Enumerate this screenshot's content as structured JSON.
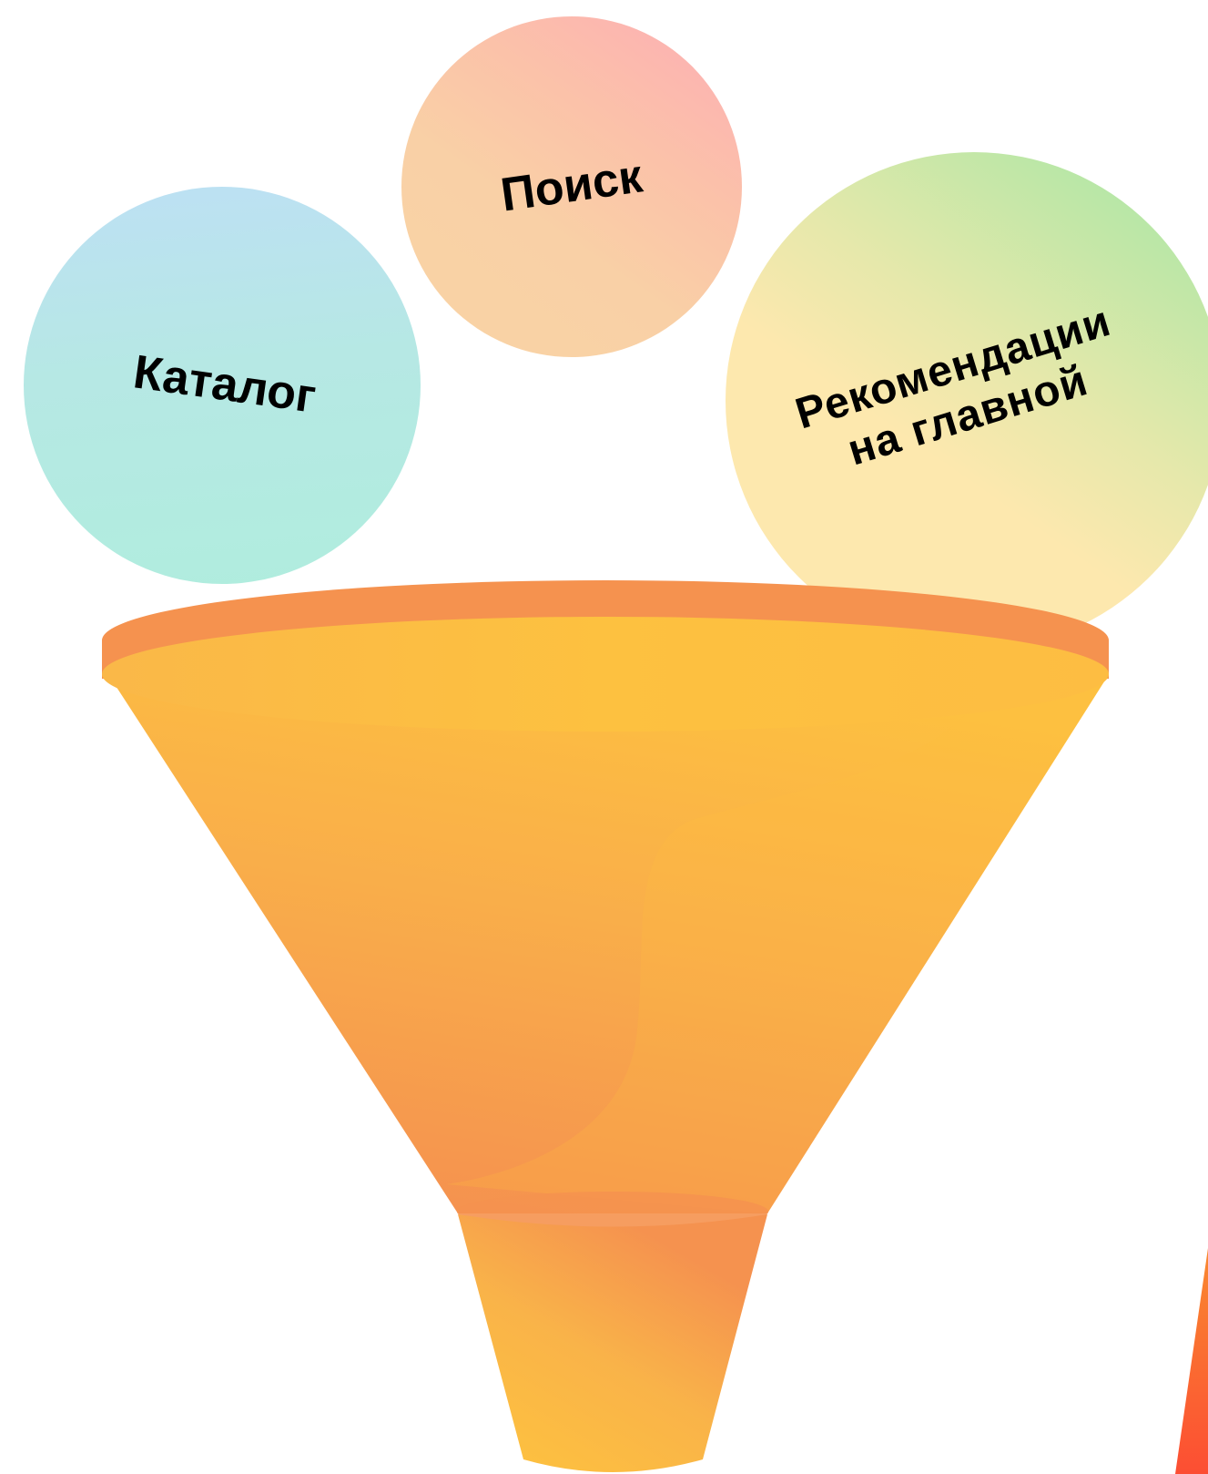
{
  "bubbles": {
    "catalog": {
      "label": "Каталог"
    },
    "search": {
      "label": "Поиск"
    },
    "recommendations": {
      "label": "Рекомендации\nна главной"
    }
  },
  "colors": {
    "funnel_rim": "#f5924f",
    "funnel_light": "#fdc040",
    "funnel_dark": "#f59a4e",
    "accent_red": "#fc4e33"
  }
}
